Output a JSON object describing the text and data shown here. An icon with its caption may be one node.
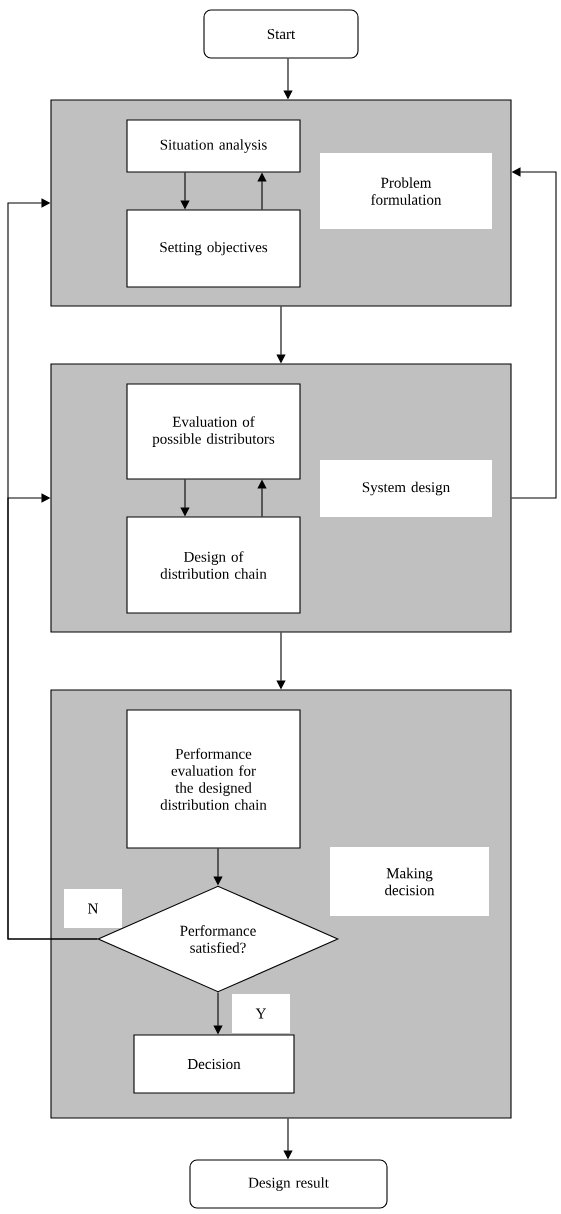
{
  "diagram": {
    "nodes": [
      {
        "text": [
          "Start"
        ]
      },
      {
        "text": [
          "Problem formulation"
        ]
      },
      {
        "text": [
          "Situation analysis"
        ],
        "in": 1
      },
      {
        "text": [
          "Setting objectives"
        ],
        "in": 1
      },
      {
        "text": [
          "System design"
        ]
      },
      {
        "text": [
          "Evaluation of possible distributors"
        ],
        "in": 4
      },
      {
        "text": [
          "Design of distribution chain"
        ],
        "in": 4
      },
      {
        "text": [
          "Making decision"
        ]
      },
      {
        "text": [
          "Performance evaluation for the designed distribution chain"
        ],
        "in": 7
      },
      {
        "text": [
          "Performance satisfied?"
        ],
        "in": 7
      },
      {
        "text": [
          "Decision"
        ],
        "in": 7
      },
      {
        "text": [
          "Design result"
        ]
      }
    ],
    "edges": [
      {
        "from": 0,
        "to": 1,
        "arrow": "to"
      },
      {
        "from": 2,
        "to": 3,
        "arrow": "to"
      },
      {
        "from": 3,
        "to": 2,
        "arrow": "to"
      },
      {
        "from": 1,
        "to": 4,
        "arrow": "to"
      },
      {
        "from": 5,
        "to": 6,
        "arrow": "to"
      },
      {
        "from": 6,
        "to": 5,
        "arrow": "to"
      },
      {
        "from": 4,
        "to": 7,
        "arrow": "to"
      },
      {
        "from": 8,
        "to": 9,
        "arrow": "to"
      },
      {
        "from": 9,
        "to": 1,
        "arrow": "to",
        "label": "N"
      },
      {
        "from": 9,
        "to": 4,
        "arrow": "to"
      },
      {
        "from": 4,
        "to": 1,
        "arrow": "to"
      },
      {
        "from": 9,
        "to": 10,
        "arrow": "to",
        "label": "Y"
      },
      {
        "from": 7,
        "to": 11,
        "arrow": "to"
      }
    ]
  }
}
